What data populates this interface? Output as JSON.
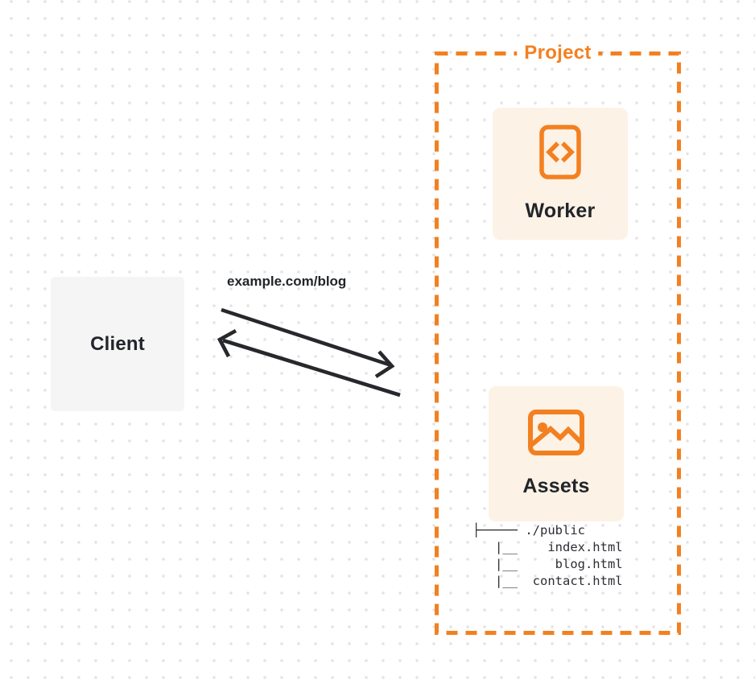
{
  "client": {
    "label": "Client"
  },
  "request": {
    "url_label": "example.com/blog"
  },
  "project": {
    "label": "Project",
    "worker": {
      "label": "Worker",
      "icon": "code-file-icon"
    },
    "assets": {
      "label": "Assets",
      "icon": "image-icon"
    },
    "file_tree": {
      "lines": [
        "├───── ./public",
        "   |__    index.html",
        "   |__     blog.html",
        "   |__  contact.html"
      ]
    }
  },
  "colors": {
    "accent_orange": "#f38020",
    "card_fill": "#fdf2e6",
    "client_fill": "#f5f5f6",
    "ink": "#222529",
    "arrow": "#26282b",
    "dot_grid": "#e3e3e5"
  }
}
